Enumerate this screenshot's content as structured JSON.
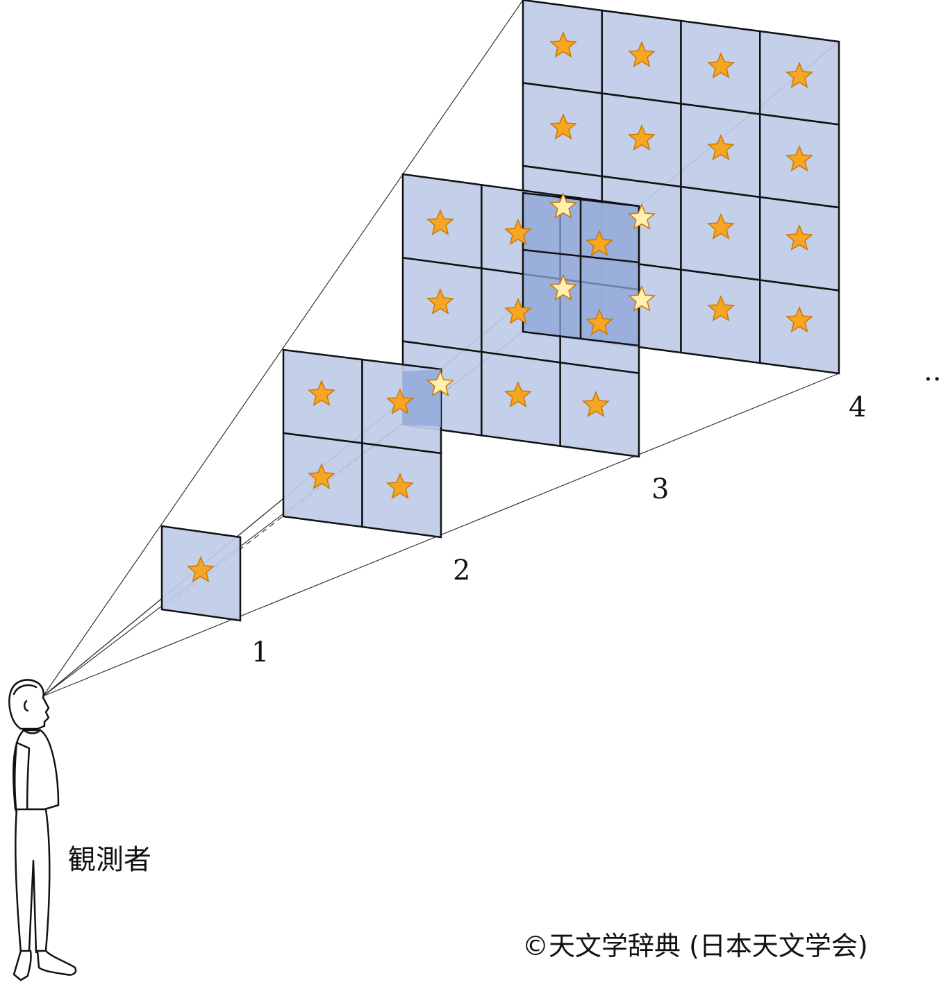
{
  "colors": {
    "cell_fill": "#bfcbe8",
    "overlap_fill": "#8ea6d6",
    "star_fill": "#f6a623",
    "star_stroke": "#c97800",
    "star_highlight_fill": "#fff0b0",
    "line": "#111111"
  },
  "distance_labels": [
    "1",
    "2",
    "3",
    "4"
  ],
  "continuation_mark": "..",
  "observer_label": "観測者",
  "credit": "©天文学辞典 (日本天文学会)",
  "icons": {
    "observer": "standing-person-icon",
    "star": "star-icon"
  },
  "panels": [
    {
      "distance": "1",
      "grid": "1x1"
    },
    {
      "distance": "2",
      "grid": "2x2"
    },
    {
      "distance": "3",
      "grid": "3x3"
    },
    {
      "distance": "4",
      "grid": "4x4"
    }
  ]
}
